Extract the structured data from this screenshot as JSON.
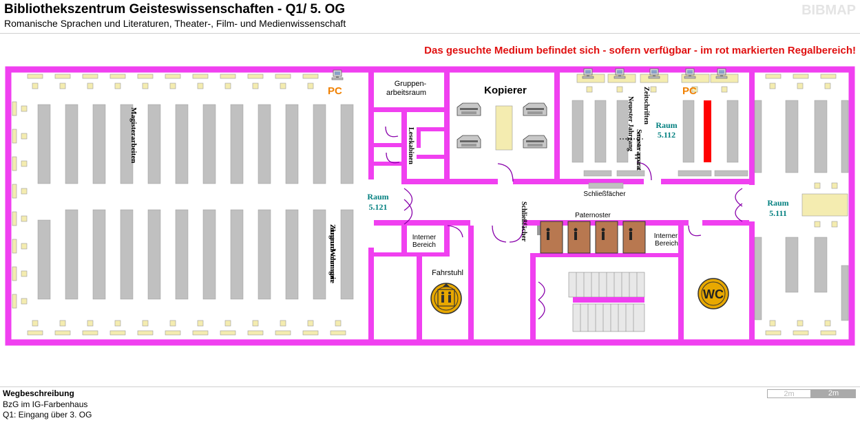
{
  "header": {
    "title": "Bibliothekszentrum Geisteswissenschaften - Q1/ 5. OG",
    "subtitle": "Romanische Sprachen und Literaturen, Theater-, Film- und Medienwissenschaft",
    "brand": "BIBMAP"
  },
  "notice": "Das gesuchte Medium befindet sich - sofern verfügbar -  im rot markierten Regalbereich!",
  "map": {
    "labels": {
      "pc_left": "PC",
      "pc_right": "PC",
      "gruppen_line1": "Gruppen-",
      "gruppen_line2": "arbeitsraum",
      "kopierer": "Kopierer",
      "lesekabinen": "Lesekabinen",
      "magister": "Magisterarbeiten",
      "zeitungen": "Zeitungen und Wochenmagazine",
      "zeitschriften": "Zeitschriften",
      "neuester_jahrgang": "Neuester Jahrgang",
      "semester_apparat": "Semester apparat",
      "raum_5112_a": "Raum",
      "raum_5112_b": "5.112",
      "raum_5121_a": "Raum",
      "raum_5121_b": "5.121",
      "raum_5111_a": "Raum",
      "raum_5111_b": "5.111",
      "schliessfaecher_h": "Schließfächer",
      "schliessfaecher_v": "Schließfächer",
      "paternoster": "Paternoster",
      "interner_left_1": "Interner",
      "interner_left_2": "Bereich",
      "interner_right_1": "Interner",
      "interner_right_2": "Bereich",
      "fahrstuhl": "Fahrstuhl",
      "wc": "WC"
    },
    "colors": {
      "wall": "#f040f0",
      "shelf": "#c0c0c0",
      "highlight_shelf": "#ff0000",
      "table": "#f4ecb0",
      "room_label": "#007f7f",
      "pc_label": "#f08000",
      "paternoster_box": "#b87850",
      "badge": "#e8a800"
    }
  },
  "footer": {
    "route_heading": "Wegbeschreibung",
    "route_line1": "BzG im IG-Farbenhaus",
    "route_line2": "Q1: Eingang über 3. OG",
    "scale_left": "2m",
    "scale_right": "2m"
  }
}
